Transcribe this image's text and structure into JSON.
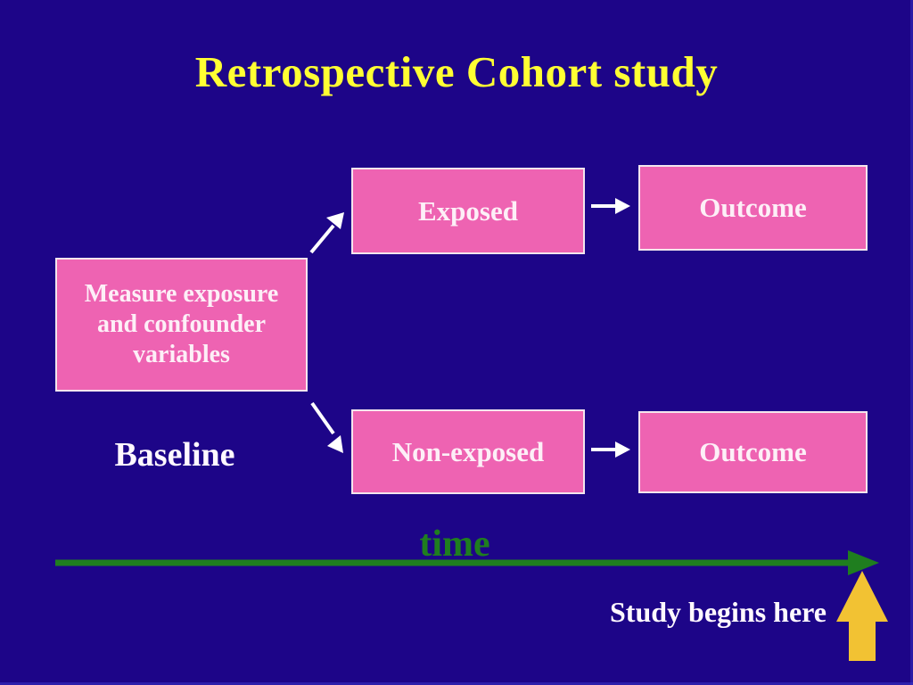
{
  "slide": {
    "title": "Retrospective Cohort study"
  },
  "diagram": {
    "boxes": {
      "exposed": {
        "label": "Exposed"
      },
      "outcome_top": {
        "label": "Outcome"
      },
      "measure": {
        "label": "Measure exposure and confounder variables"
      },
      "non_exposed": {
        "label": "Non-exposed"
      },
      "outcome_bottom": {
        "label": "Outcome"
      }
    },
    "labels": {
      "baseline": "Baseline",
      "time": "time",
      "study_begins": "Study begins here"
    },
    "connectors": [
      "measure-to-exposed",
      "measure-to-non-exposed",
      "exposed-to-outcome",
      "non-exposed-to-outcome"
    ]
  },
  "colors": {
    "background": "#1D0588",
    "title_text": "#FFFF33",
    "box_fill": "#EE63B2",
    "box_border": "#F3E6EE",
    "box_text": "#FDEFF7",
    "connector": "#FFFFFF",
    "timeline": "#1F7E1F",
    "begin_arrow": "#F2C233",
    "baseline_text": "#FFF8FF"
  }
}
